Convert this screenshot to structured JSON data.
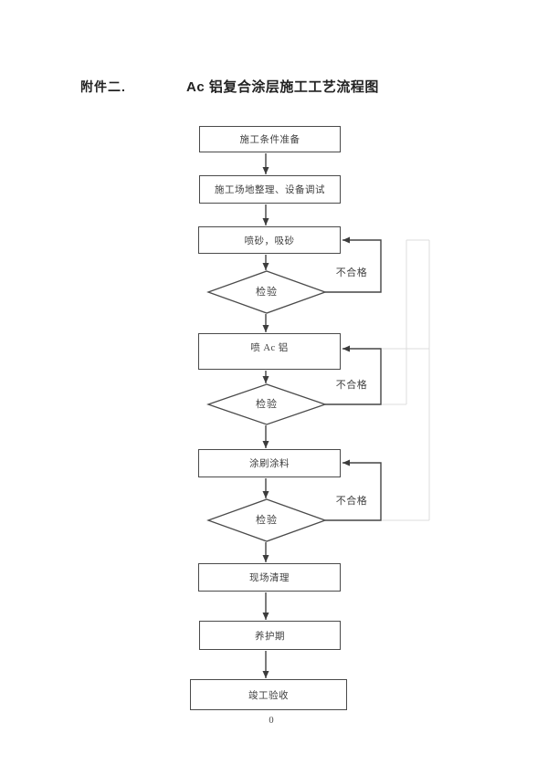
{
  "page": {
    "attachment_label": "附件二.",
    "title": "Ac 铝复合涂层施工工艺流程图",
    "page_number": "0"
  },
  "flowchart": {
    "steps": [
      {
        "label": "施工条件准备"
      },
      {
        "label": "施工场地整理、设备调试"
      },
      {
        "label": "喷砂，吸砂"
      },
      {
        "label": "喷 Ac 铝"
      },
      {
        "label": "涂刷涂料"
      },
      {
        "label": "现场清理"
      },
      {
        "label": "养护期"
      },
      {
        "label": "竣工验收"
      }
    ],
    "decisions": [
      {
        "label": "检验",
        "fail_label": "不合格"
      },
      {
        "label": "检验",
        "fail_label": "不合格"
      },
      {
        "label": "检验",
        "fail_label": "不合格"
      }
    ],
    "colors": {
      "line": "#454545",
      "faint_line": "#dcdcdc",
      "text": "#3f3f3f"
    }
  }
}
